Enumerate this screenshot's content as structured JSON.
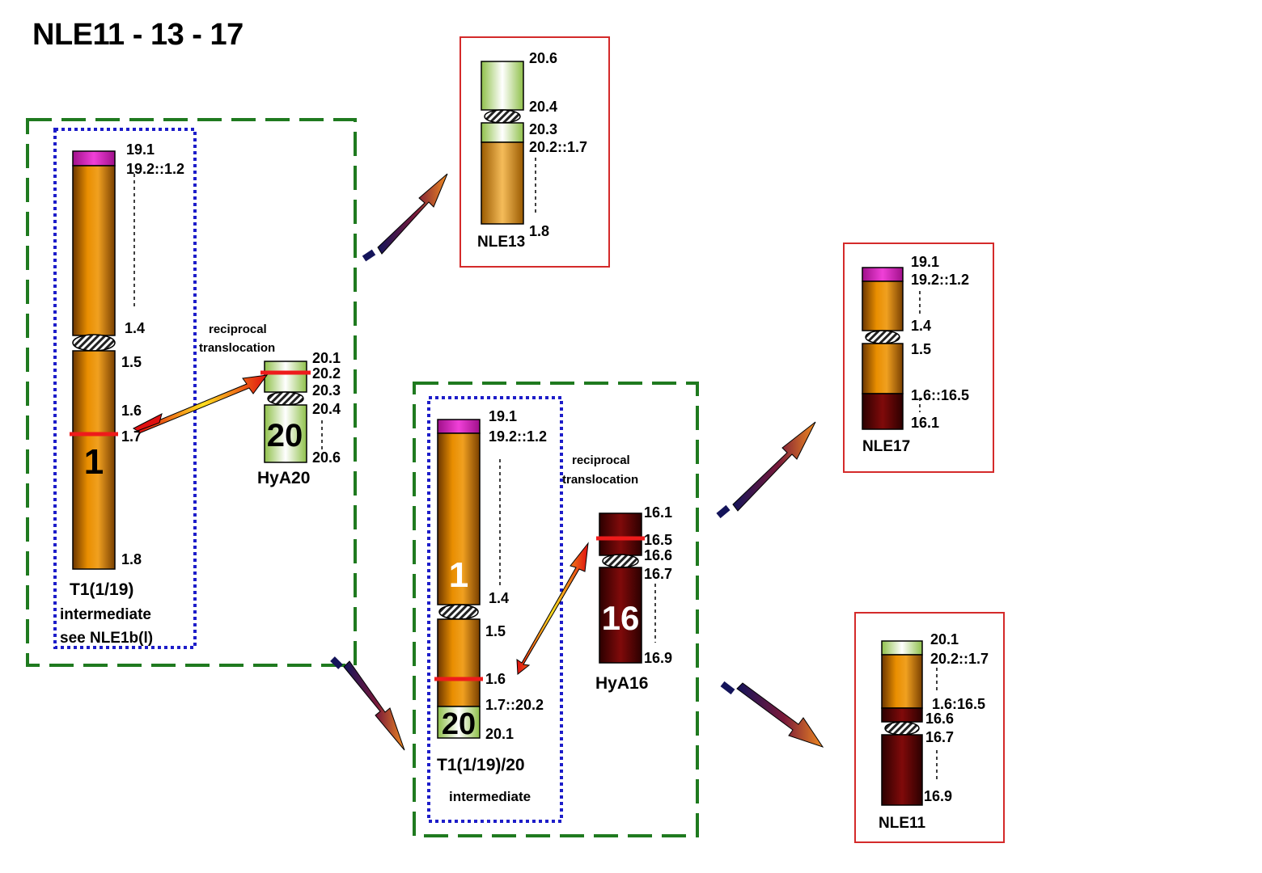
{
  "title": "NLE11 - 13 - 17",
  "colors": {
    "orange": "#e48c00",
    "magenta": "#e020c0",
    "green": "#b6df7e",
    "maroon": "#6e0000",
    "red": "#ee1b1b",
    "box_green": "#1f7a1f",
    "box_blue": "#1d1dc9",
    "box_red": "#d42a2a"
  },
  "notes": {
    "recip1_a": "reciprocal",
    "recip1_b": "translocation",
    "recip2_a": "reciprocal",
    "recip2_b": "translocation"
  },
  "captions": {
    "t1_a": "T1(1/19)",
    "t1_b": "intermediate",
    "t1_c": "see NLE1b(l)",
    "hya20": "HyA20",
    "t120_a": "T1(1/19)/20",
    "t120_b": "intermediate",
    "hya16": "HyA16",
    "nle13": "NLE13",
    "nle17": "NLE17",
    "nle11": "NLE11"
  },
  "numbers": {
    "chr1_a": "1",
    "chr20_a": "20",
    "chr1_b": "1",
    "chr20_b": "20",
    "chr16": "16"
  },
  "bands": {
    "t1": [
      "19.1",
      "19.2::1.2",
      "1.4",
      "1.5",
      "1.6",
      "1.7",
      "1.8"
    ],
    "hya20": [
      "20.1",
      "20.2",
      "20.3",
      "20.4",
      "20.6"
    ],
    "nle13": [
      "20.6",
      "20.4",
      "20.3",
      "20.2::1.7",
      "1.8"
    ],
    "t120": [
      "19.1",
      "19.2::1.2",
      "1.4",
      "1.5",
      "1.6",
      "1.7::20.2",
      "20.1"
    ],
    "hya16": [
      "16.1",
      "16.5",
      "16.6",
      "16.7",
      "16.9"
    ],
    "nle17": [
      "19.1",
      "19.2::1.2",
      "1.4",
      "1.5",
      "1.6::16.5",
      "16.1"
    ],
    "nle11": [
      "20.1",
      "20.2::1.7",
      "1.6:16.5",
      "16.6",
      "16.7",
      "16.9"
    ]
  }
}
